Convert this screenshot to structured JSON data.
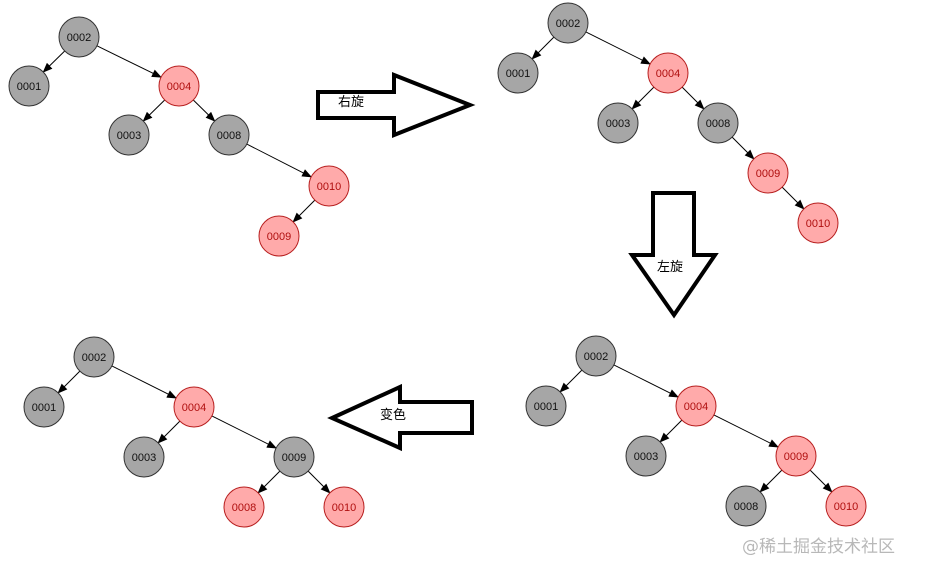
{
  "colors": {
    "black_fill": "#a6a6a6",
    "black_stroke": "#333333",
    "black_text": "#111111",
    "red_fill": "#ffaaaa",
    "red_stroke": "#b82020",
    "red_text": "#b01010",
    "edge": "#000000"
  },
  "trees": [
    {
      "name": "tree-initial",
      "nodes": [
        {
          "label": "0002",
          "color": "black"
        },
        {
          "label": "0001",
          "color": "black"
        },
        {
          "label": "0004",
          "color": "red"
        },
        {
          "label": "0003",
          "color": "black"
        },
        {
          "label": "0008",
          "color": "black"
        },
        {
          "label": "0010",
          "color": "red"
        },
        {
          "label": "0009",
          "color": "red"
        }
      ],
      "edges": [
        [
          0,
          1
        ],
        [
          0,
          2
        ],
        [
          2,
          3
        ],
        [
          2,
          4
        ],
        [
          4,
          5
        ],
        [
          5,
          6
        ]
      ]
    },
    {
      "name": "tree-after-right-rotation",
      "nodes": [
        {
          "label": "0002",
          "color": "black"
        },
        {
          "label": "0001",
          "color": "black"
        },
        {
          "label": "0004",
          "color": "red"
        },
        {
          "label": "0003",
          "color": "black"
        },
        {
          "label": "0008",
          "color": "black"
        },
        {
          "label": "0009",
          "color": "red"
        },
        {
          "label": "0010",
          "color": "red"
        }
      ],
      "edges": [
        [
          0,
          1
        ],
        [
          0,
          2
        ],
        [
          2,
          3
        ],
        [
          2,
          4
        ],
        [
          4,
          5
        ],
        [
          5,
          6
        ]
      ]
    },
    {
      "name": "tree-after-left-rotation",
      "nodes": [
        {
          "label": "0002",
          "color": "black"
        },
        {
          "label": "0001",
          "color": "black"
        },
        {
          "label": "0004",
          "color": "red"
        },
        {
          "label": "0003",
          "color": "black"
        },
        {
          "label": "0009",
          "color": "red"
        },
        {
          "label": "0008",
          "color": "black"
        },
        {
          "label": "0010",
          "color": "red"
        }
      ],
      "edges": [
        [
          0,
          1
        ],
        [
          0,
          2
        ],
        [
          2,
          3
        ],
        [
          2,
          4
        ],
        [
          4,
          5
        ],
        [
          4,
          6
        ]
      ]
    },
    {
      "name": "tree-after-recolor",
      "nodes": [
        {
          "label": "0002",
          "color": "black"
        },
        {
          "label": "0001",
          "color": "black"
        },
        {
          "label": "0004",
          "color": "red"
        },
        {
          "label": "0003",
          "color": "black"
        },
        {
          "label": "0009",
          "color": "black"
        },
        {
          "label": "0008",
          "color": "red"
        },
        {
          "label": "0010",
          "color": "red"
        }
      ],
      "edges": [
        [
          0,
          1
        ],
        [
          0,
          2
        ],
        [
          2,
          3
        ],
        [
          2,
          4
        ],
        [
          4,
          5
        ],
        [
          4,
          6
        ]
      ]
    }
  ],
  "steps": {
    "right_rotate": "右旋",
    "left_rotate": "左旋",
    "recolor": "变色"
  },
  "watermark": "@稀土掘金技术社区"
}
